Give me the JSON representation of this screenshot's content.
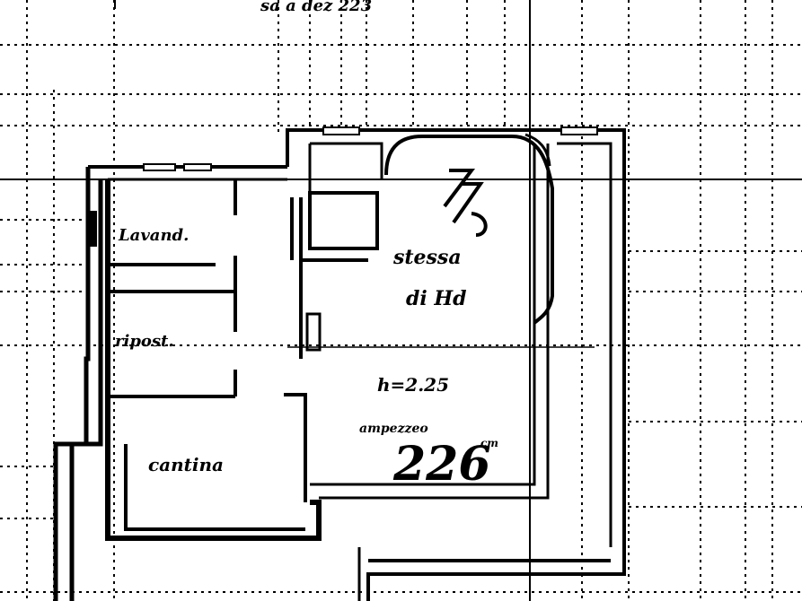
{
  "plan": {
    "top_caption": "sa a dez 223",
    "rooms": {
      "lavand": "Lavand.",
      "ripost": "ripost.",
      "cantina": "cantina",
      "stessa": "stessa",
      "di_hd": "di Hd"
    },
    "height_note": "h=2.25",
    "annotation_small": "ampezzeo",
    "annotation_large": "226",
    "annotation_unit": "cm"
  },
  "colors": {
    "ink": "#000000",
    "paper": "#ffffff"
  }
}
